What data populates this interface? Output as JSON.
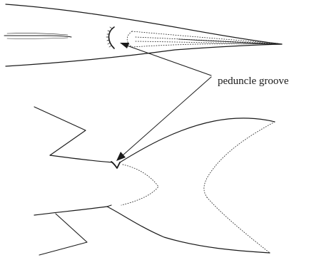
{
  "figure": {
    "annotation": "peduncle groove",
    "callout_targets": [
      "top-view-groove",
      "side-view-groove"
    ]
  }
}
